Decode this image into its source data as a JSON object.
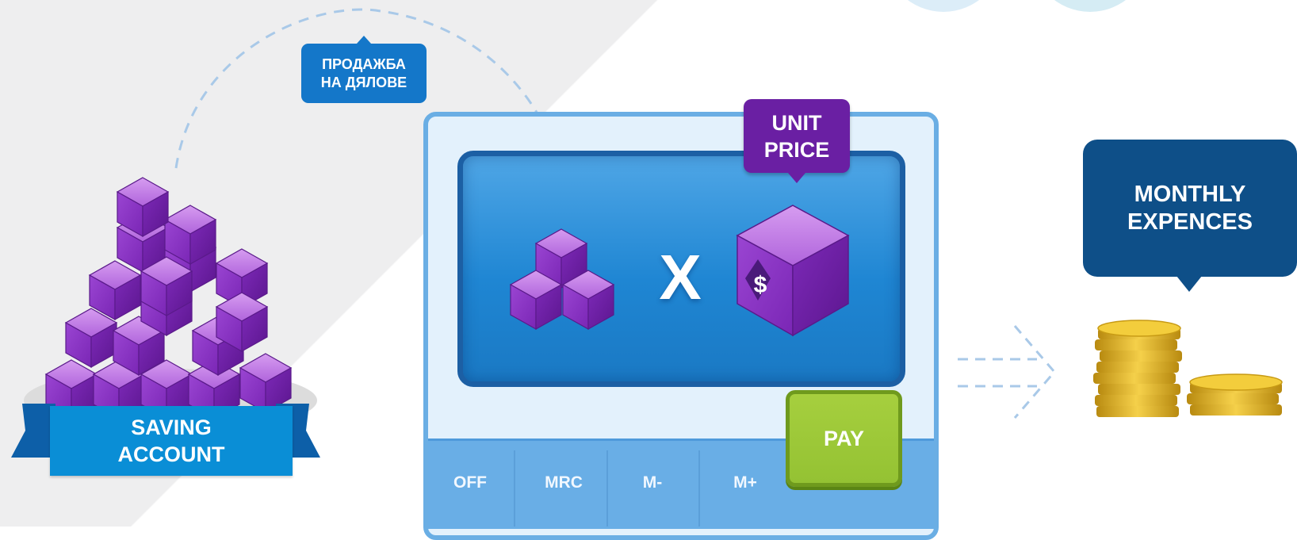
{
  "sale_tag": {
    "line1": "ПРОДАЖБА",
    "line2": "НА ДЯЛОВЕ"
  },
  "saving_account": {
    "line1": "SAVING",
    "line2": "ACCOUNT"
  },
  "unit_price": {
    "line1": "UNIT",
    "line2": "PRICE"
  },
  "operator": "X",
  "currency_symbol": "$",
  "calculator": {
    "keys": [
      "OFF",
      "MRC",
      "M-",
      "M+"
    ],
    "pay_label": "PAY"
  },
  "monthly_expences": {
    "line1": "MONTHLY",
    "line2": "EXPENCES"
  },
  "colors": {
    "cube_purple": "#8a3fc7",
    "calc_blue": "#1f86d3",
    "pay_green": "#9bc838",
    "callout_navy": "#0e4f88",
    "unit_price_purple": "#6a1fa3",
    "coin_gold": "#e8b820"
  }
}
